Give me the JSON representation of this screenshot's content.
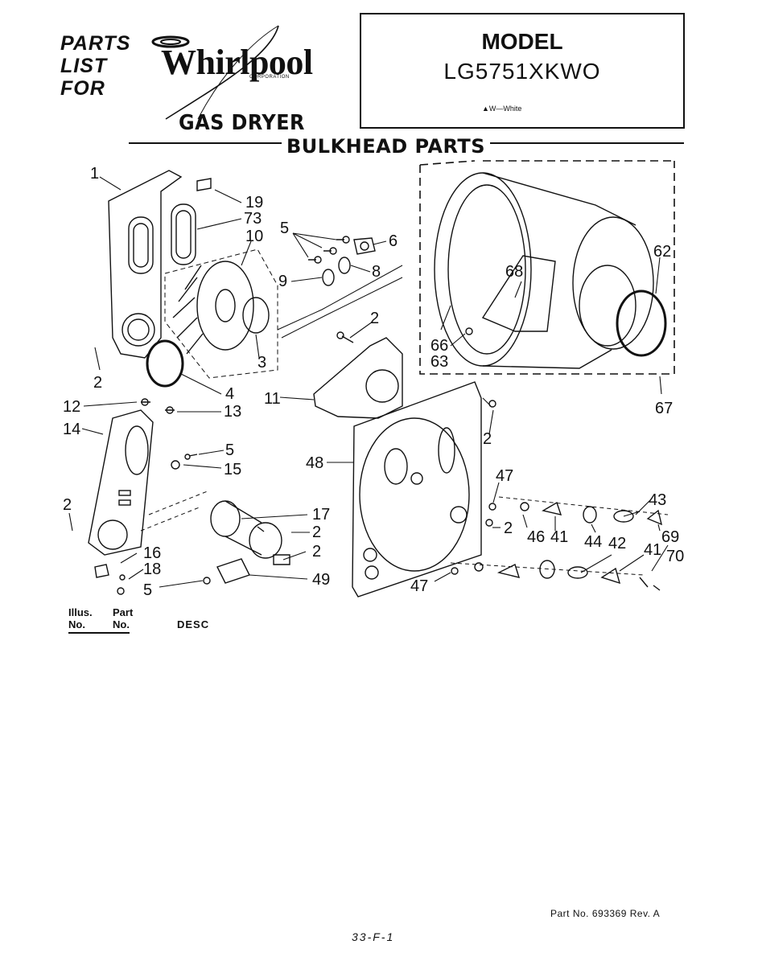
{
  "header": {
    "line1": "PARTS",
    "line2": "LIST",
    "line3": "FOR",
    "brand": "Whirlpool",
    "brand_sub": "CORPORATION",
    "product": "GAS DRYER"
  },
  "model_box": {
    "label": "MODEL",
    "number": "LG5751XKWO",
    "color_note": "▲W—White"
  },
  "section_title": "BULKHEAD PARTS",
  "callouts": [
    "1",
    "19",
    "73",
    "10",
    "5",
    "6",
    "8",
    "9",
    "2",
    "3",
    "4",
    "2",
    "12",
    "13",
    "11",
    "14",
    "5",
    "15",
    "2",
    "17",
    "2",
    "16",
    "18",
    "2",
    "5",
    "49",
    "48",
    "2",
    "47",
    "2",
    "46",
    "41",
    "44",
    "42",
    "41",
    "43",
    "69",
    "70",
    "47",
    "68",
    "62",
    "66",
    "63",
    "67"
  ],
  "table_header": {
    "illus_1": "Illus.",
    "illus_2": "No.",
    "part_1": "Part",
    "part_2": "No.",
    "desc": "DESC"
  },
  "footer": {
    "part_number": "Part No. 693369 Rev. A",
    "page_code": "33-F-1"
  }
}
